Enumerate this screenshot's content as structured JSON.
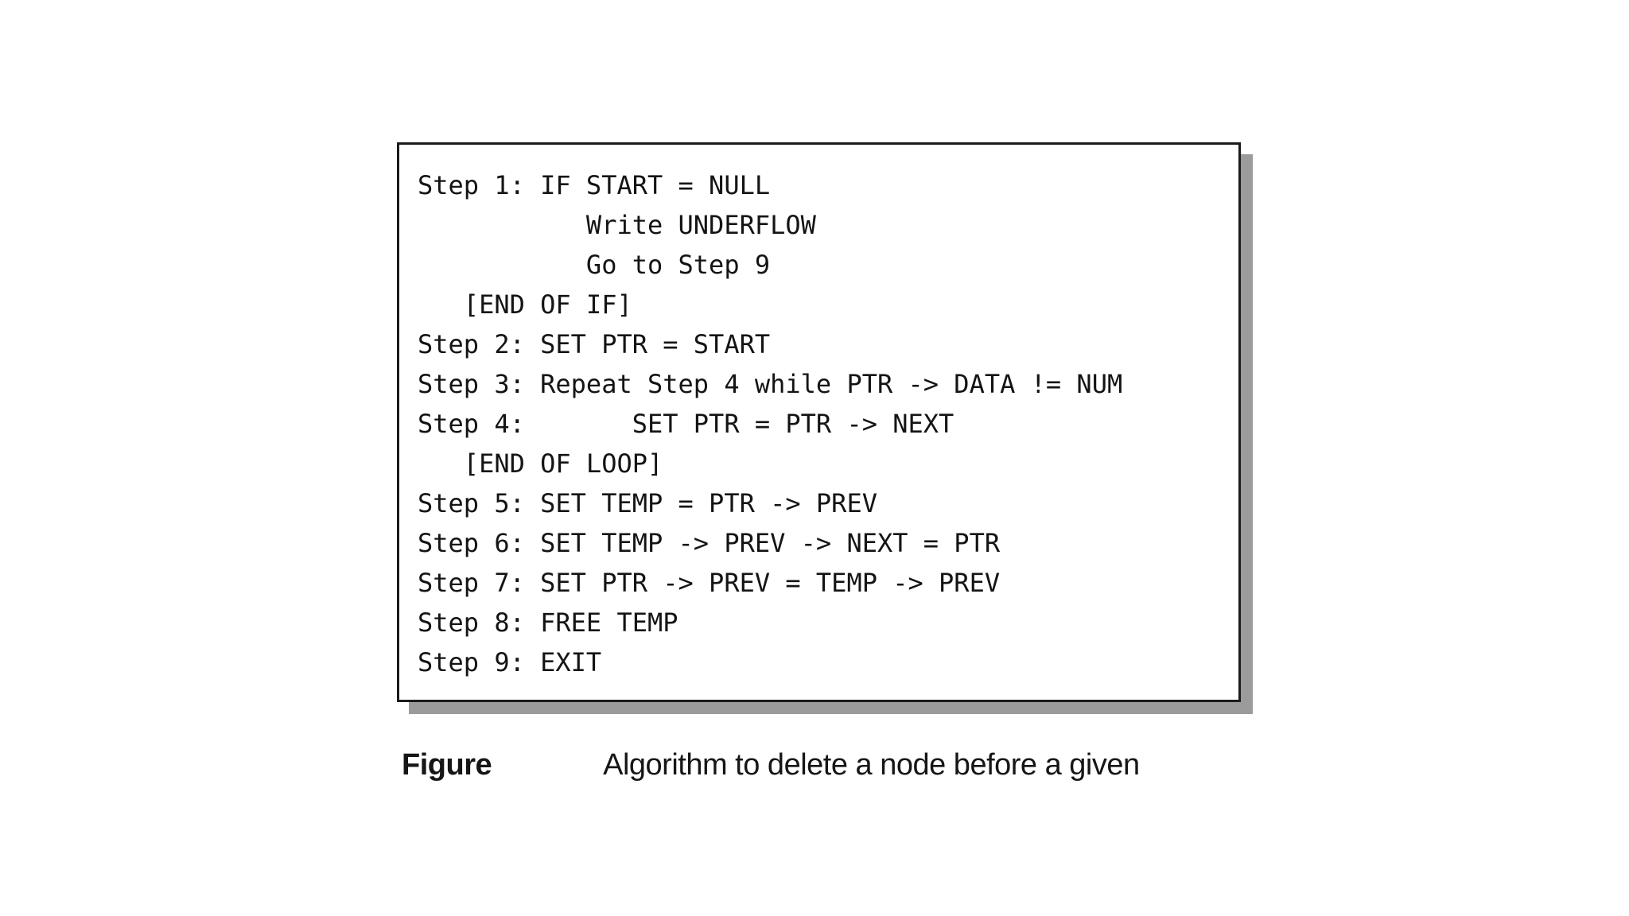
{
  "algorithm": {
    "lines": [
      "Step 1: IF START = NULL",
      "           Write UNDERFLOW",
      "           Go to Step 9",
      "   [END OF IF]",
      "Step 2: SET PTR = START",
      "Step 3: Repeat Step 4 while PTR -> DATA != NUM",
      "Step 4:       SET PTR = PTR -> NEXT",
      "   [END OF LOOP]",
      "Step 5: SET TEMP = PTR -> PREV",
      "Step 6: SET TEMP -> PREV -> NEXT = PTR",
      "Step 7: SET PTR -> PREV = TEMP -> PREV",
      "Step 8: FREE TEMP",
      "Step 9: EXIT"
    ]
  },
  "caption": {
    "label": "Figure",
    "text": "Algorithm to delete a node before a given"
  },
  "colors": {
    "text": "#141414",
    "box_border": "#1b1b1b",
    "box_shadow": "#9b9b9b",
    "background": "#ffffff"
  }
}
